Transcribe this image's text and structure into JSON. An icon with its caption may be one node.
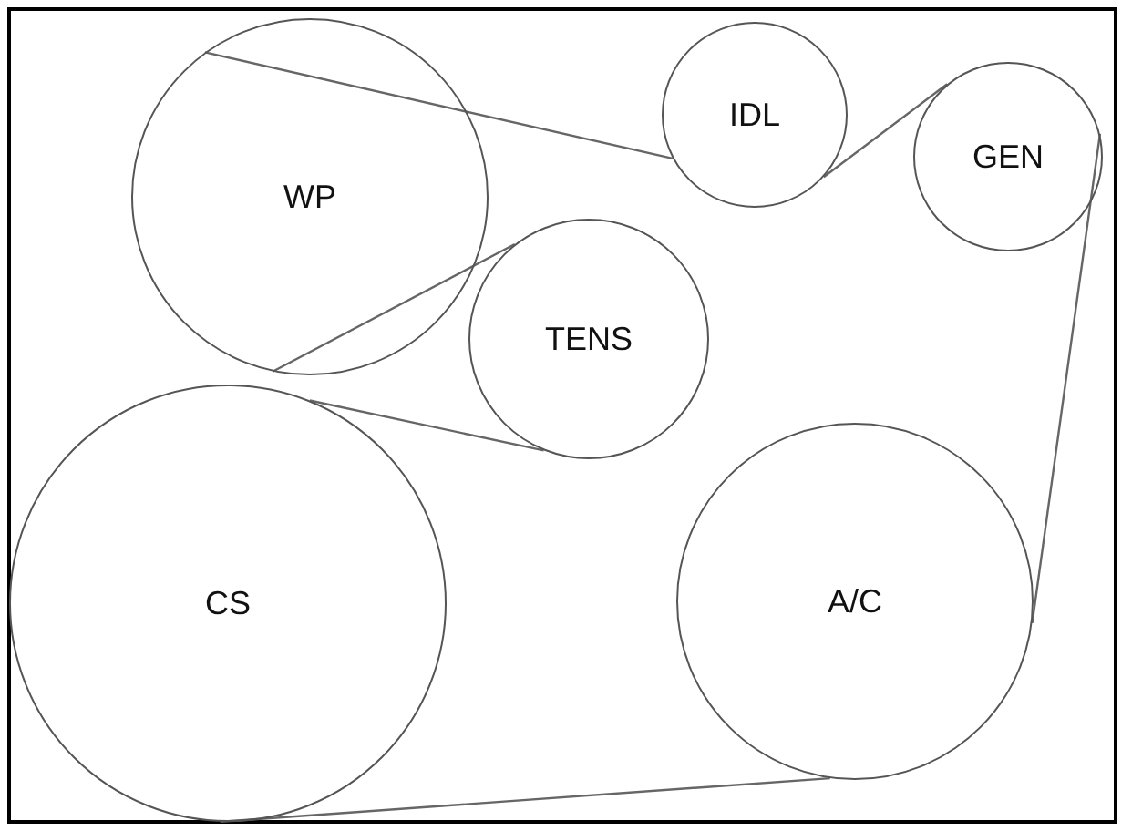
{
  "diagram": {
    "nodes": [
      {
        "text": [
          "WP"
        ]
      },
      {
        "text": [
          "IDL"
        ]
      },
      {
        "text": [
          "GEN"
        ]
      },
      {
        "text": [
          "TENS"
        ]
      },
      {
        "text": [
          "CS"
        ]
      },
      {
        "text": [
          "A/C"
        ]
      }
    ],
    "edges": [
      {
        "from": 0,
        "to": 1,
        "arrow": "none"
      },
      {
        "from": 1,
        "to": 2,
        "arrow": "none"
      },
      {
        "from": 2,
        "to": 5,
        "arrow": "none"
      },
      {
        "from": 5,
        "to": 4,
        "arrow": "none"
      },
      {
        "from": 4,
        "to": 3,
        "arrow": "none"
      },
      {
        "from": 3,
        "to": 0,
        "arrow": "none"
      }
    ]
  }
}
